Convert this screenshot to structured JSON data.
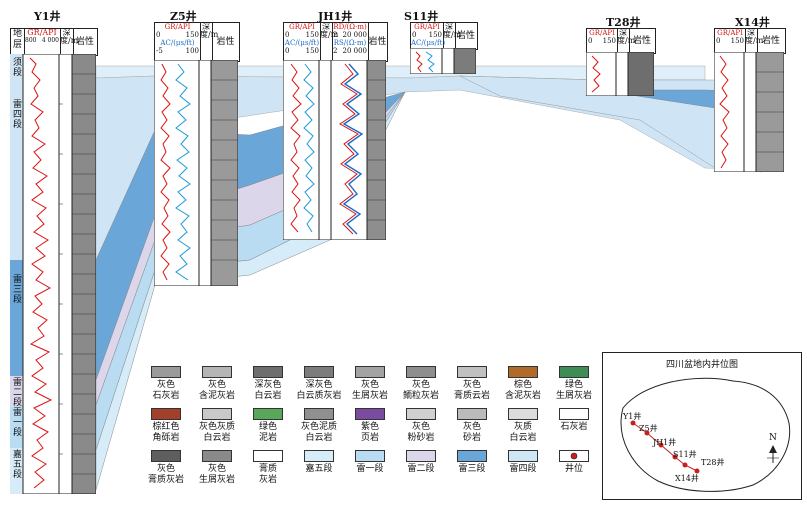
{
  "wells": [
    {
      "name": "Y1井",
      "header": {
        "col1_top": "地",
        "col1_bot": "层",
        "log_label": "GR/API",
        "log_min": "800",
        "log_max": "4 000",
        "depth_label": "深度/m",
        "lith_label": "岩性"
      }
    },
    {
      "name": "Z5井",
      "header": {
        "log_label": "GR/API",
        "log_min": "0",
        "log_max": "150",
        "log2_label": "AC/(μs/ft)",
        "log2_min": "-5",
        "log2_max": "100",
        "depth_label": "深度/m",
        "lith_label": "岩性"
      }
    },
    {
      "name": "JH1井",
      "header": {
        "log_label": "GR/API",
        "log_min": "0",
        "log_max": "150",
        "log2_label": "AC/(μs/ft)",
        "log2_min": "0",
        "log2_max": "150",
        "depth_label": "深度/m",
        "rd_label": "RD/(Ω·m)",
        "rd_min": "2",
        "rd_max": "20 000",
        "rs_label": "RS/(Ω·m)",
        "rs_min": "2",
        "rs_max": "20 000",
        "lith_label": "岩性"
      }
    },
    {
      "name": "S11井",
      "header": {
        "log_label": "GR/API",
        "log_min": "0",
        "log_max": "150",
        "log2_label": "AC/(μs/ft)",
        "depth_label": "深度/m",
        "lith_label": "岩性"
      }
    },
    {
      "name": "T28井",
      "header": {
        "log_label": "GR/API",
        "log_min": "0",
        "log_max": "150",
        "depth_label": "深度/m",
        "lith_label": "岩性"
      }
    },
    {
      "name": "X14井",
      "header": {
        "log_label": "GR/API",
        "log_min": "0",
        "log_max": "150",
        "depth_label": "深度/m",
        "lith_label": "岩性"
      }
    }
  ],
  "strata": {
    "jia5": "须段",
    "lei4": "雷四段",
    "lei3": "雷三段",
    "lei2": "雷二段",
    "lei1": "雷一段",
    "jia5b": "嘉五段"
  },
  "legend": [
    {
      "label": "灰色\n石灰岩",
      "color": "#9a9a9a"
    },
    {
      "label": "灰色\n含泥灰岩",
      "color": "#b5b5b5"
    },
    {
      "label": "深灰色\n白云岩",
      "color": "#6e6e6e"
    },
    {
      "label": "深灰色\n白云质灰岩",
      "color": "#7c7c7c"
    },
    {
      "label": "灰色\n生屑灰岩",
      "color": "#a3a3a3"
    },
    {
      "label": "灰色\n鲕粒灰岩",
      "color": "#8e8e8e"
    },
    {
      "label": "灰色\n膏质云岩",
      "color": "#c0c0c0"
    },
    {
      "label": "棕色\n含泥灰岩",
      "color": "#b06a2a"
    },
    {
      "label": "绿色\n生屑灰岩",
      "color": "#3f8d56"
    },
    {
      "label": "棕红色\n角砾岩",
      "color": "#a3402c"
    },
    {
      "label": "灰色灰质\n白云岩",
      "color": "#c9c9c9"
    },
    {
      "label": "绿色\n泥岩",
      "color": "#5aa65a"
    },
    {
      "label": "灰色泥质\n白云岩",
      "color": "#909090"
    },
    {
      "label": "紫色\n页岩",
      "color": "#7a4ba0"
    },
    {
      "label": "灰色\n粉砂岩",
      "color": "#d0d0d0"
    },
    {
      "label": "灰色\n砂岩",
      "color": "#bbbbbb"
    },
    {
      "label": "灰质\n白云岩",
      "color": "#dcdcdc"
    },
    {
      "label": "石灰岩",
      "color": "#ffffff"
    },
    {
      "label": "灰色\n膏质灰岩",
      "color": "#5e5e5e"
    },
    {
      "label": "灰色\n生屑灰岩",
      "color": "#8a8a8a"
    },
    {
      "label": "膏质\n灰岩",
      "color": "#ffffff"
    },
    {
      "label": "嘉五段",
      "color": "#d6ecf8"
    },
    {
      "label": "雷一段",
      "color": "#b9dcf2"
    },
    {
      "label": "雷二段",
      "color": "#dcd6ea"
    },
    {
      "label": "雷三段",
      "color": "#6aa6d8"
    },
    {
      "label": "雷四段",
      "color": "#cfe6f5"
    },
    {
      "label": "井位",
      "color": "#c9201f"
    }
  ],
  "map": {
    "title": "四川盆地内井位图",
    "north": "N",
    "wells": [
      "Y1井",
      "Z5井",
      "JH1井",
      "S11井",
      "T28井",
      "X14井"
    ]
  }
}
